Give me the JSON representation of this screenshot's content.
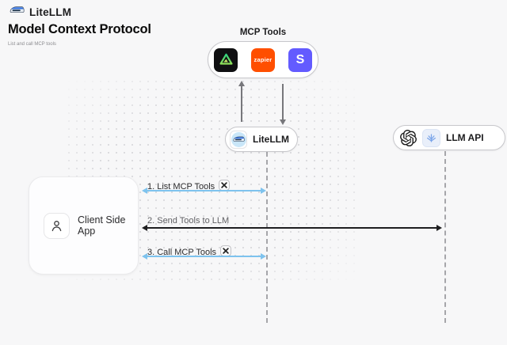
{
  "colors": {
    "page_bg": "#f7f7f8",
    "zapier_orange": "#ff4f00",
    "stripe_purple": "#635bff",
    "arrow_blue": "#7ec3ee",
    "arrow_dark": "#1e1e20",
    "litellm_blue": "#2e6fe0"
  },
  "header": {
    "brand": "LiteLLM",
    "title": "Model Context Protocol",
    "subtitle": "List and call MCP tools"
  },
  "mcp_group": {
    "label": "MCP Tools",
    "tools": {
      "triangle_icon": "green-triangle-tool",
      "zapier_text": "zapier",
      "stripe_text": "S"
    }
  },
  "nodes": {
    "litellm": {
      "label": "LiteLLM",
      "icon": "litellm-train-icon"
    },
    "llm_api": {
      "label": "LLM API",
      "icons": [
        "openai-icon",
        "llm-provider-icon"
      ]
    },
    "client": {
      "label": "Client Side App",
      "icon": "person-icon"
    }
  },
  "messages": [
    {
      "label": "1. List MCP Tools",
      "from": "Client Side App",
      "to": "LiteLLM",
      "style": "blue",
      "tool_icon": true
    },
    {
      "label": "2. Send Tools to LLM",
      "from": "Client Side App",
      "to": "LLM API",
      "style": "dark",
      "tool_icon": false
    },
    {
      "label": "3. Call MCP Tools",
      "from": "Client Side App",
      "to": "LiteLLM",
      "style": "blue",
      "tool_icon": true
    }
  ]
}
